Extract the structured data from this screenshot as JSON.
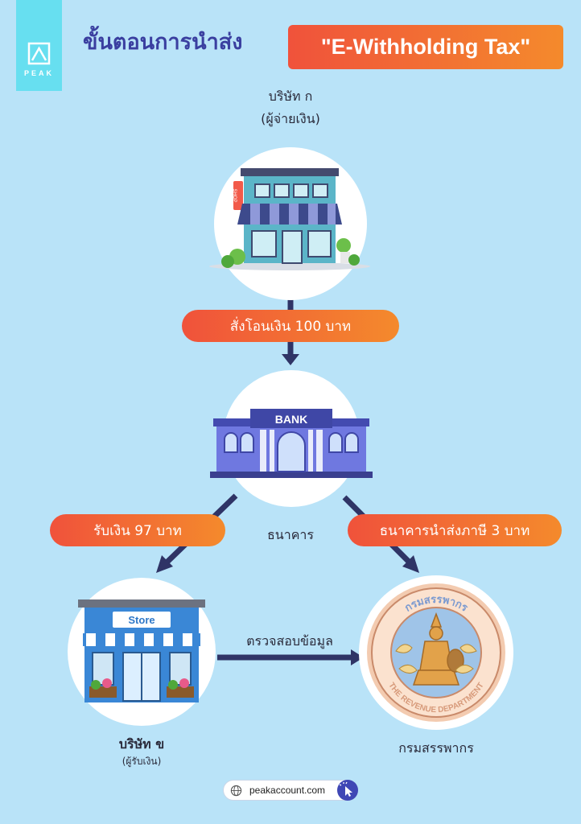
{
  "brand": {
    "logo_text": "PEAK",
    "logo_color": "#67dff0"
  },
  "header": {
    "title_th": "ขั้นตอนการนำส่ง",
    "title_en": "\"E-Withholding Tax\""
  },
  "nodes": {
    "payer": {
      "name": "บริษัท ก",
      "role": "(ผู้จ่ายเงิน)",
      "sign": "SHOP"
    },
    "bank": {
      "name": "ธนาคาร",
      "sign": "BANK"
    },
    "payee": {
      "name": "บริษัท ข",
      "role": "(ผู้รับเงิน)",
      "sign": "Store"
    },
    "revenue": {
      "name": "กรมสรรพากร",
      "seal_top": "กรมสรรพากร",
      "seal_bottom": "THE REVENUE DEPARTMENT"
    }
  },
  "steps": {
    "transfer": "สั่งโอนเงิน 100 บาท",
    "receive": "รับเงิน 97 บาท",
    "remit_tax": "ธนาคารนำส่งภาษี 3 บาท",
    "verify": "ตรวจสอบข้อมูล"
  },
  "footer": {
    "url": "peakaccount.com"
  },
  "colors": {
    "background": "#b9e3f8",
    "accent_start": "#f0523b",
    "accent_end": "#f48a2c",
    "arrow": "#2f3466",
    "title": "#3a3fa0"
  }
}
